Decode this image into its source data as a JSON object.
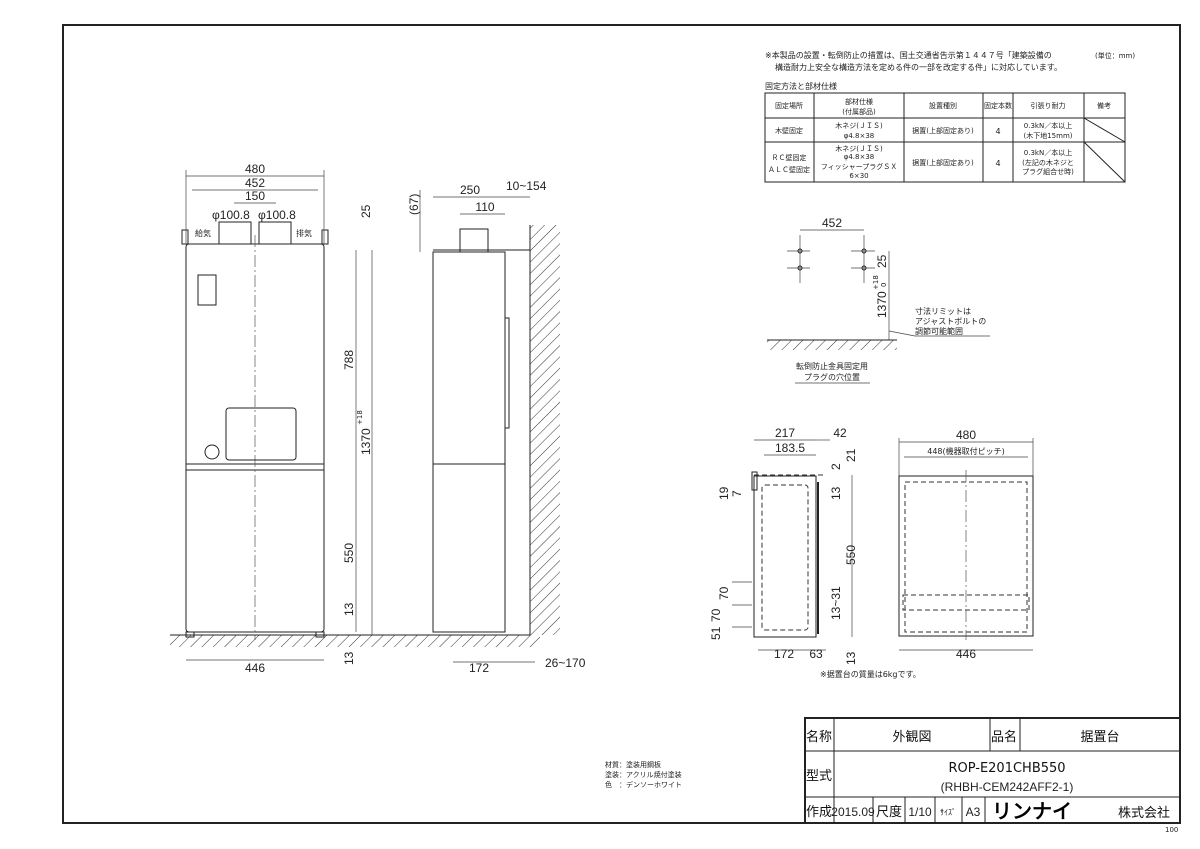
{
  "notes": {
    "regulation_line1": "※本製品の設置・転倒防止の措置は、国土交通省告示第１４４７号「建築設備の",
    "regulation_line2": "構造耐力上安全な構造方法を定める件の一部を改定する件」に対応しています。",
    "unit": "(単位：mm)",
    "table_title": "固定方法と部材仕様",
    "stand_weight": "※据置台の質量は6kgです。",
    "material": "材質：塗装用鋼板",
    "coating": "塗装：アクリル焼付塗装",
    "color": "色　：デンソーホワイト",
    "sheet_number": "100"
  },
  "fixing_table": {
    "headers": [
      "固定場所",
      "部材仕様",
      "(付属部品)",
      "設置種別",
      "固定本数",
      "引張り耐力",
      "備考"
    ],
    "rows": [
      {
        "place": [
          "木壁固定"
        ],
        "spec": [
          "木ネジ(ＪＩＳ)",
          "φ4.8×38"
        ],
        "type": "据置(上部固定あり)",
        "count": "4",
        "strength": [
          "0.3kN／本以上",
          "(木下地15mm)"
        ]
      },
      {
        "place": [
          "ＲＣ壁固定",
          "ＡＬＣ壁固定"
        ],
        "spec": [
          "木ネジ(ＪＩＳ)",
          "φ4.8×38",
          "フィッシャープラグＳＸ",
          "6×30"
        ],
        "type": "据置(上部固定あり)",
        "count": "4",
        "strength": [
          "0.3kN／本以上",
          "(左記の木ネジと",
          "プラグ組合せ時)"
        ]
      }
    ]
  },
  "front_view": {
    "dims": {
      "w480": "480",
      "w452": "452",
      "w150": "150",
      "d1": "φ100.8",
      "d2": "φ100.8",
      "h25": "25",
      "h788": "788",
      "h1370": "1370",
      "tol": "+18",
      "h550": "550",
      "h13a": "13",
      "h13b": "13",
      "w446": "446"
    },
    "labels": {
      "intake": "給気",
      "exhaust": "排気"
    }
  },
  "side_view": {
    "dims": {
      "h67": "(67)",
      "w250": "250",
      "w110": "110",
      "w10_154": "10~154",
      "w172": "172",
      "w26_170": "26~170"
    }
  },
  "plug_detail": {
    "w452": "452",
    "h25": "25",
    "h1370": "1370",
    "tol": "+18",
    "tol0": "0",
    "note": [
      "寸法リミットは",
      "アジャストボルトの",
      "調節可能範囲"
    ],
    "caption": [
      "転倒防止金具固定用",
      "プラグの穴位置"
    ]
  },
  "stand_side": {
    "dims": {
      "w217": "217",
      "w183_5": "183.5",
      "w42": "42",
      "h21": "21",
      "h2": "2",
      "h19": "19",
      "h7": "7",
      "h13": "13",
      "h550": "550",
      "h13_31": "13~31",
      "h70a": "70",
      "h70b": "70",
      "h51": "51",
      "w172": "172",
      "w63": "63",
      "h13b": "13"
    }
  },
  "stand_front": {
    "dims": {
      "w480": "480",
      "w448": "448(機器取付ピッチ)",
      "w446": "446"
    }
  },
  "title_block": {
    "name_label": "名称",
    "name_value": "外観図",
    "product_label": "品名",
    "product_value": "据置台",
    "model_label": "型式",
    "model_value": "ROP-E201CHB550",
    "model_sub": "(RHBH-CEM242AFF2-1)",
    "created_label": "作成",
    "created_value": "2015.09",
    "scale_label": "尺度",
    "scale_value": "1/10",
    "size_label": "ｻｲｽﾞ",
    "size_value": "A3",
    "company_logo": "リンナイ",
    "company_suffix": "株式会社"
  }
}
